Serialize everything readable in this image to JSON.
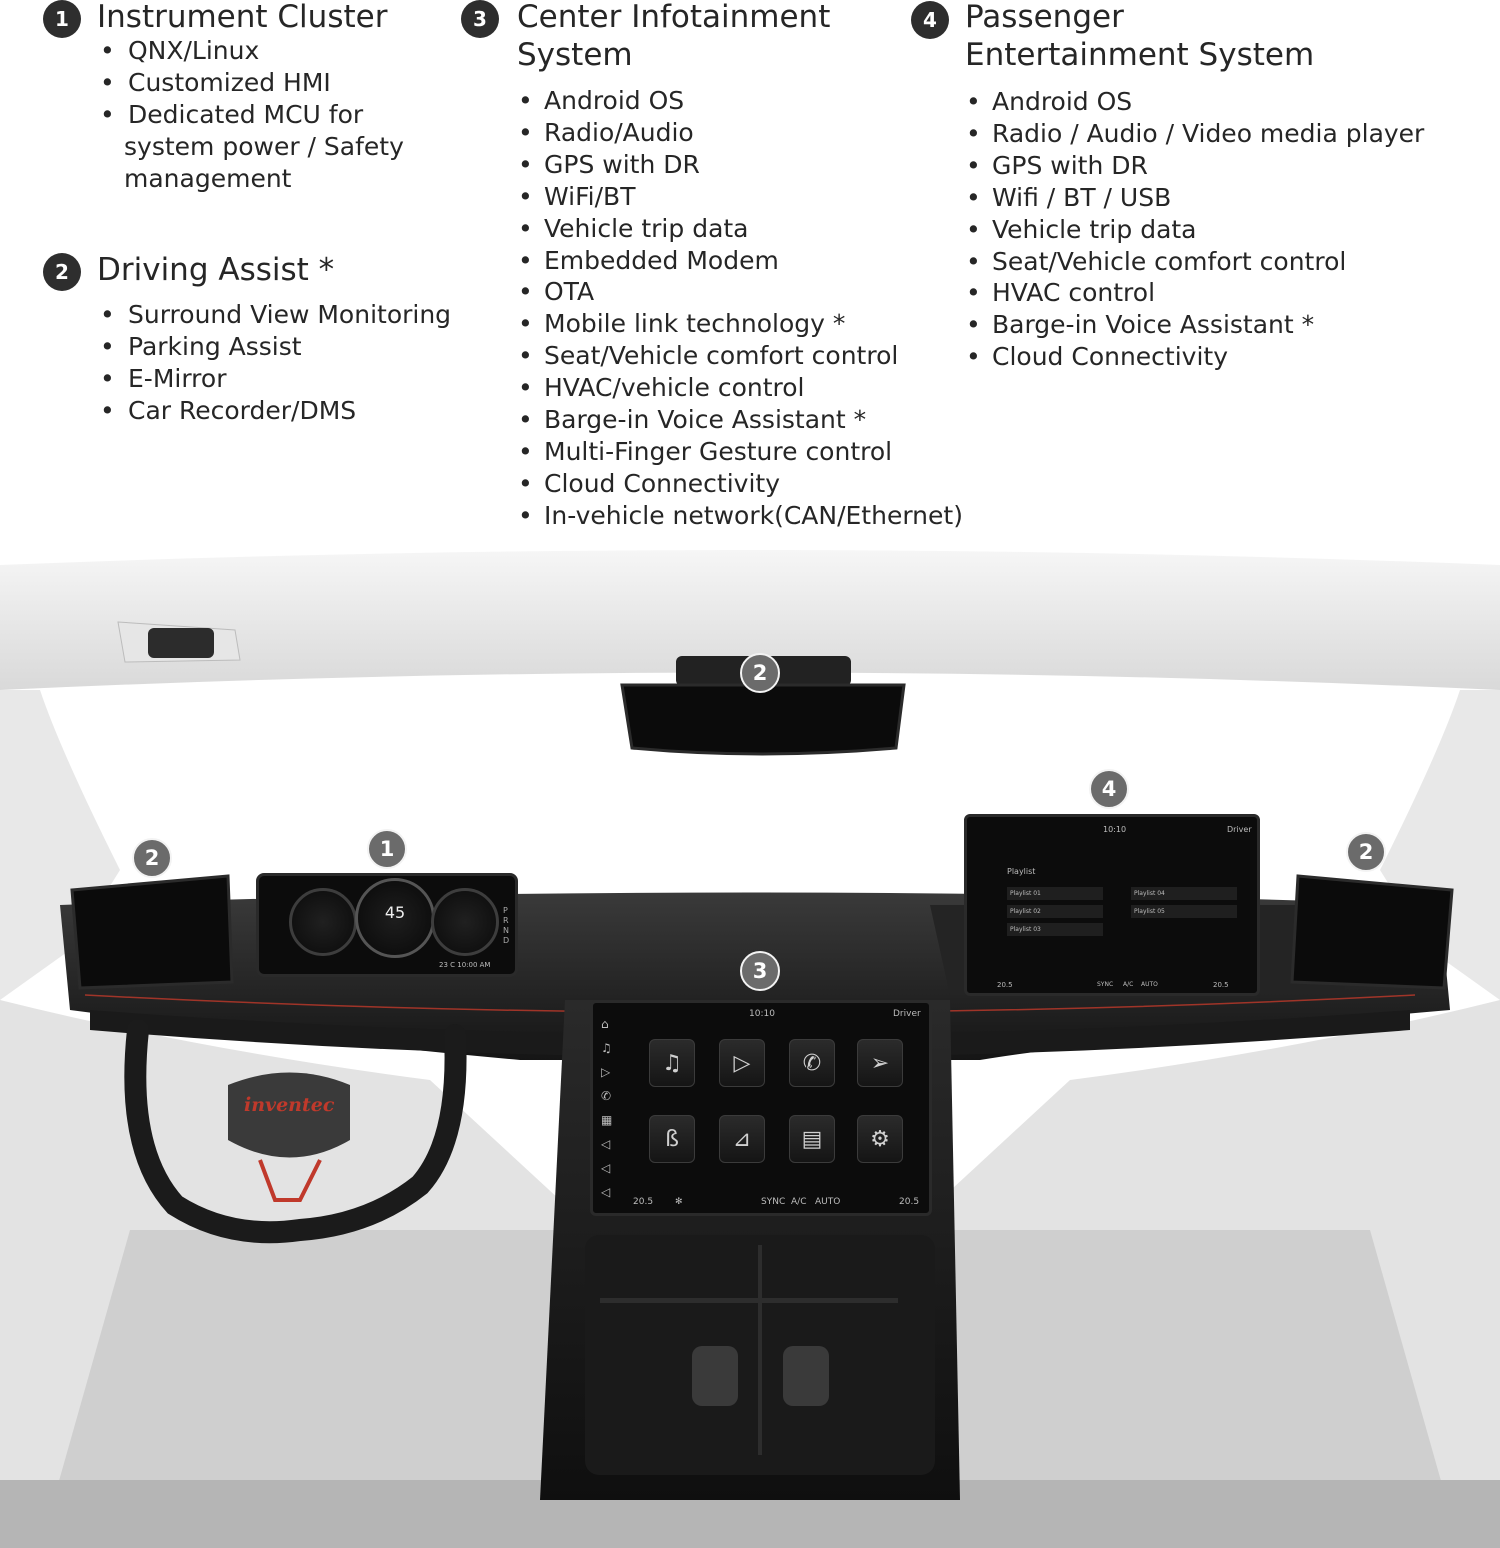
{
  "sections": {
    "instrument_cluster": {
      "number": "1",
      "title": "Instrument Cluster",
      "items": [
        "QNX/Linux",
        "Customized HMI",
        "Dedicated MCU for"
      ],
      "continuation": [
        "system power  /  Safety",
        "management"
      ]
    },
    "driving_assist": {
      "number": "2",
      "title": "Driving Assist *",
      "items": [
        "Surround View Monitoring",
        "Parking Assist",
        "E-Mirror",
        "Car Recorder/DMS"
      ]
    },
    "center_infotainment": {
      "number": "3",
      "title_line1": "Center Infotainment",
      "title_line2": "System",
      "items": [
        "Android OS",
        "Radio/Audio",
        "GPS with DR",
        "WiFi/BT",
        "Vehicle trip data",
        "Embedded Modem",
        "OTA",
        "Mobile link technology *",
        "Seat/Vehicle comfort control",
        "HVAC/vehicle control",
        "Barge-in Voice Assistant *",
        "Multi-Finger Gesture control",
        "Cloud Connectivity",
        "In-vehicle network(CAN/Ethernet)"
      ]
    },
    "passenger_entertainment": {
      "number": "4",
      "title_line1": "Passenger",
      "title_line2": "Entertainment System",
      "items": [
        "Android OS",
        "Radio / Audio / Video media player",
        "GPS with DR",
        "Wifi / BT / USB",
        "Vehicle trip data",
        "Seat/Vehicle comfort control",
        "HVAC control",
        "Barge-in Voice Assistant *",
        "Cloud Connectivity"
      ]
    }
  },
  "cockpit": {
    "badges": {
      "mirror": "2",
      "left_mirror": "2",
      "cluster": "1",
      "passenger": "4",
      "right_mirror": "2",
      "center": "3"
    },
    "cluster_screen": {
      "speed": "45",
      "gears": [
        "P",
        "R",
        "N",
        "D"
      ],
      "status": "23 C  10:00 AM"
    },
    "center_screen": {
      "time": "10:10",
      "user": "Driver",
      "tile_icons": [
        "music-icon",
        "play-icon",
        "phone-icon",
        "navigation-icon",
        "bluetooth-icon",
        "seat-icon",
        "radio-icon",
        "settings-icon"
      ],
      "bottom_bar": {
        "temp_left": "20.5",
        "sync": "SYNC",
        "ac": "A/C",
        "auto": "AUTO",
        "temp_right": "20.5"
      }
    },
    "passenger_screen": {
      "time": "10:10",
      "user": "Driver",
      "playlist_header": "Playlist",
      "playlists": [
        "Playlist 01",
        "Playlist 02",
        "Playlist 03",
        "Playlist 04",
        "Playlist 05"
      ],
      "bottom_bar": {
        "temp_left": "20.5",
        "sync": "SYNC",
        "ac": "A/C",
        "auto": "AUTO",
        "temp_right": "20.5"
      }
    },
    "steering_logo": "inventec",
    "colors": {
      "dash": "#2b2b2b",
      "trim": "#e9e9e9",
      "accent_red": "#c0392b"
    }
  }
}
